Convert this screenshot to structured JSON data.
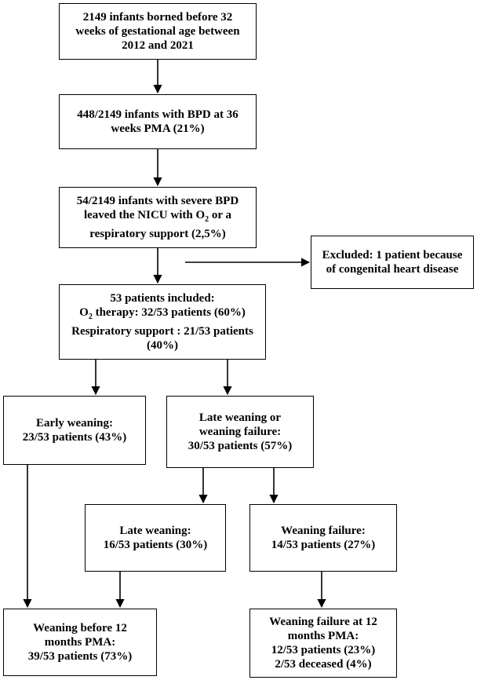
{
  "boxes": {
    "b1": {
      "lines": [
        "2149 infants borned before 32",
        "weeks of gestational age between",
        "2012 and 2021"
      ]
    },
    "b2": {
      "lines": [
        "448/2149 infants with BPD at 36",
        "weeks PMA (21%)"
      ]
    },
    "b3": {
      "lines": [
        "54/2149 infants with severe BPD",
        "leaved the NICU with O",
        "respiratory support (2,5%)"
      ],
      "sub": "2",
      "line2_suffix": " or a"
    },
    "excluded": {
      "lines": [
        "Excluded: 1 patient because",
        "of congenital heart disease"
      ]
    },
    "b4": {
      "lines": [
        "53 patients included:",
        "O",
        "Respiratory support : 21/53 patients",
        "(40%)"
      ],
      "sub": "2",
      "line2_suffix": " therapy: 32/53 patients (60%)"
    },
    "early": {
      "lines": [
        "Early weaning:",
        "23/53 patients (43%)"
      ]
    },
    "late_or_fail": {
      "lines": [
        "Late weaning or",
        "weaning failure:",
        "30/53 patients (57%)"
      ]
    },
    "late": {
      "lines": [
        "Late weaning:",
        "16/53 patients (30%)"
      ]
    },
    "failure": {
      "lines": [
        "Weaning failure:",
        "14/53 patients (27%)"
      ]
    },
    "before12": {
      "lines": [
        "Weaning before 12",
        "months PMA:",
        "39/53 patients (73%)"
      ]
    },
    "failure12": {
      "lines": [
        "Weaning failure at 12",
        "months PMA:",
        "12/53 patients (23%)",
        "2/53 deceased (4%)"
      ]
    }
  }
}
